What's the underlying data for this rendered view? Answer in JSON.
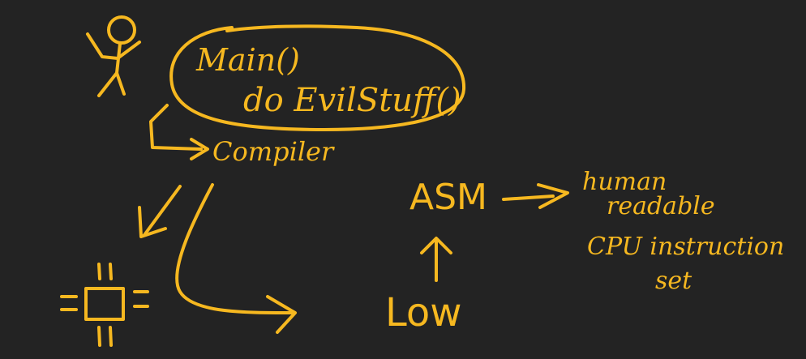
{
  "colors": {
    "background": "#232323",
    "ink": "#f6b820"
  },
  "bubble": {
    "line1": "Main()",
    "line2": "do EvilStuff()"
  },
  "compiler_label": "Compiler",
  "asm_label": "ASM",
  "low_label": "Low",
  "asm_description": {
    "line1": "human",
    "line2": "readable",
    "line3": "CPU instruction",
    "line4": "set"
  },
  "icons": [
    "stick-figure-icon",
    "cpu-chip-icon"
  ]
}
